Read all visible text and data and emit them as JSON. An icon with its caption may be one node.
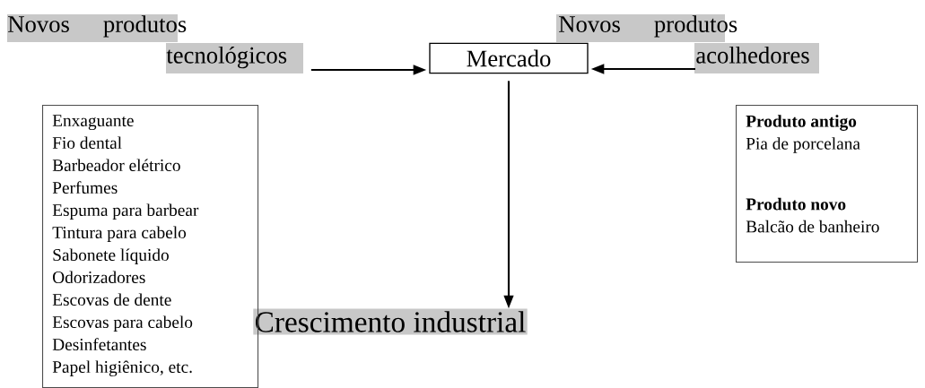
{
  "diagram": {
    "nodes": [
      {
        "text": [
          "Novos produtos tecnológicos"
        ]
      },
      {
        "text": [
          "Mercado"
        ]
      },
      {
        "text": [
          "Novos produtos acolhedores"
        ]
      },
      {
        "text": [
          "Crescimento industrial"
        ]
      },
      {
        "text": [
          "Enxaguante",
          "Fio dental",
          "Barbeador elétrico",
          "Perfumes",
          "Espuma para barbear",
          "Tintura para cabelo",
          "Sabonete líquido",
          "Odorizadores",
          "Escovas de dente",
          "Escovas para cabelo",
          "Desinfetantes",
          "Papel higiênico, etc."
        ]
      },
      {
        "text": [
          "Produto antigo",
          "Pia de porcelana",
          "Produto novo",
          "Balcão de banheiro"
        ]
      }
    ],
    "edges": [
      {
        "from": 0,
        "to": 1,
        "arrow": "to"
      },
      {
        "from": 2,
        "to": 1,
        "arrow": "to"
      },
      {
        "from": 1,
        "to": 3,
        "arrow": "to"
      }
    ]
  }
}
